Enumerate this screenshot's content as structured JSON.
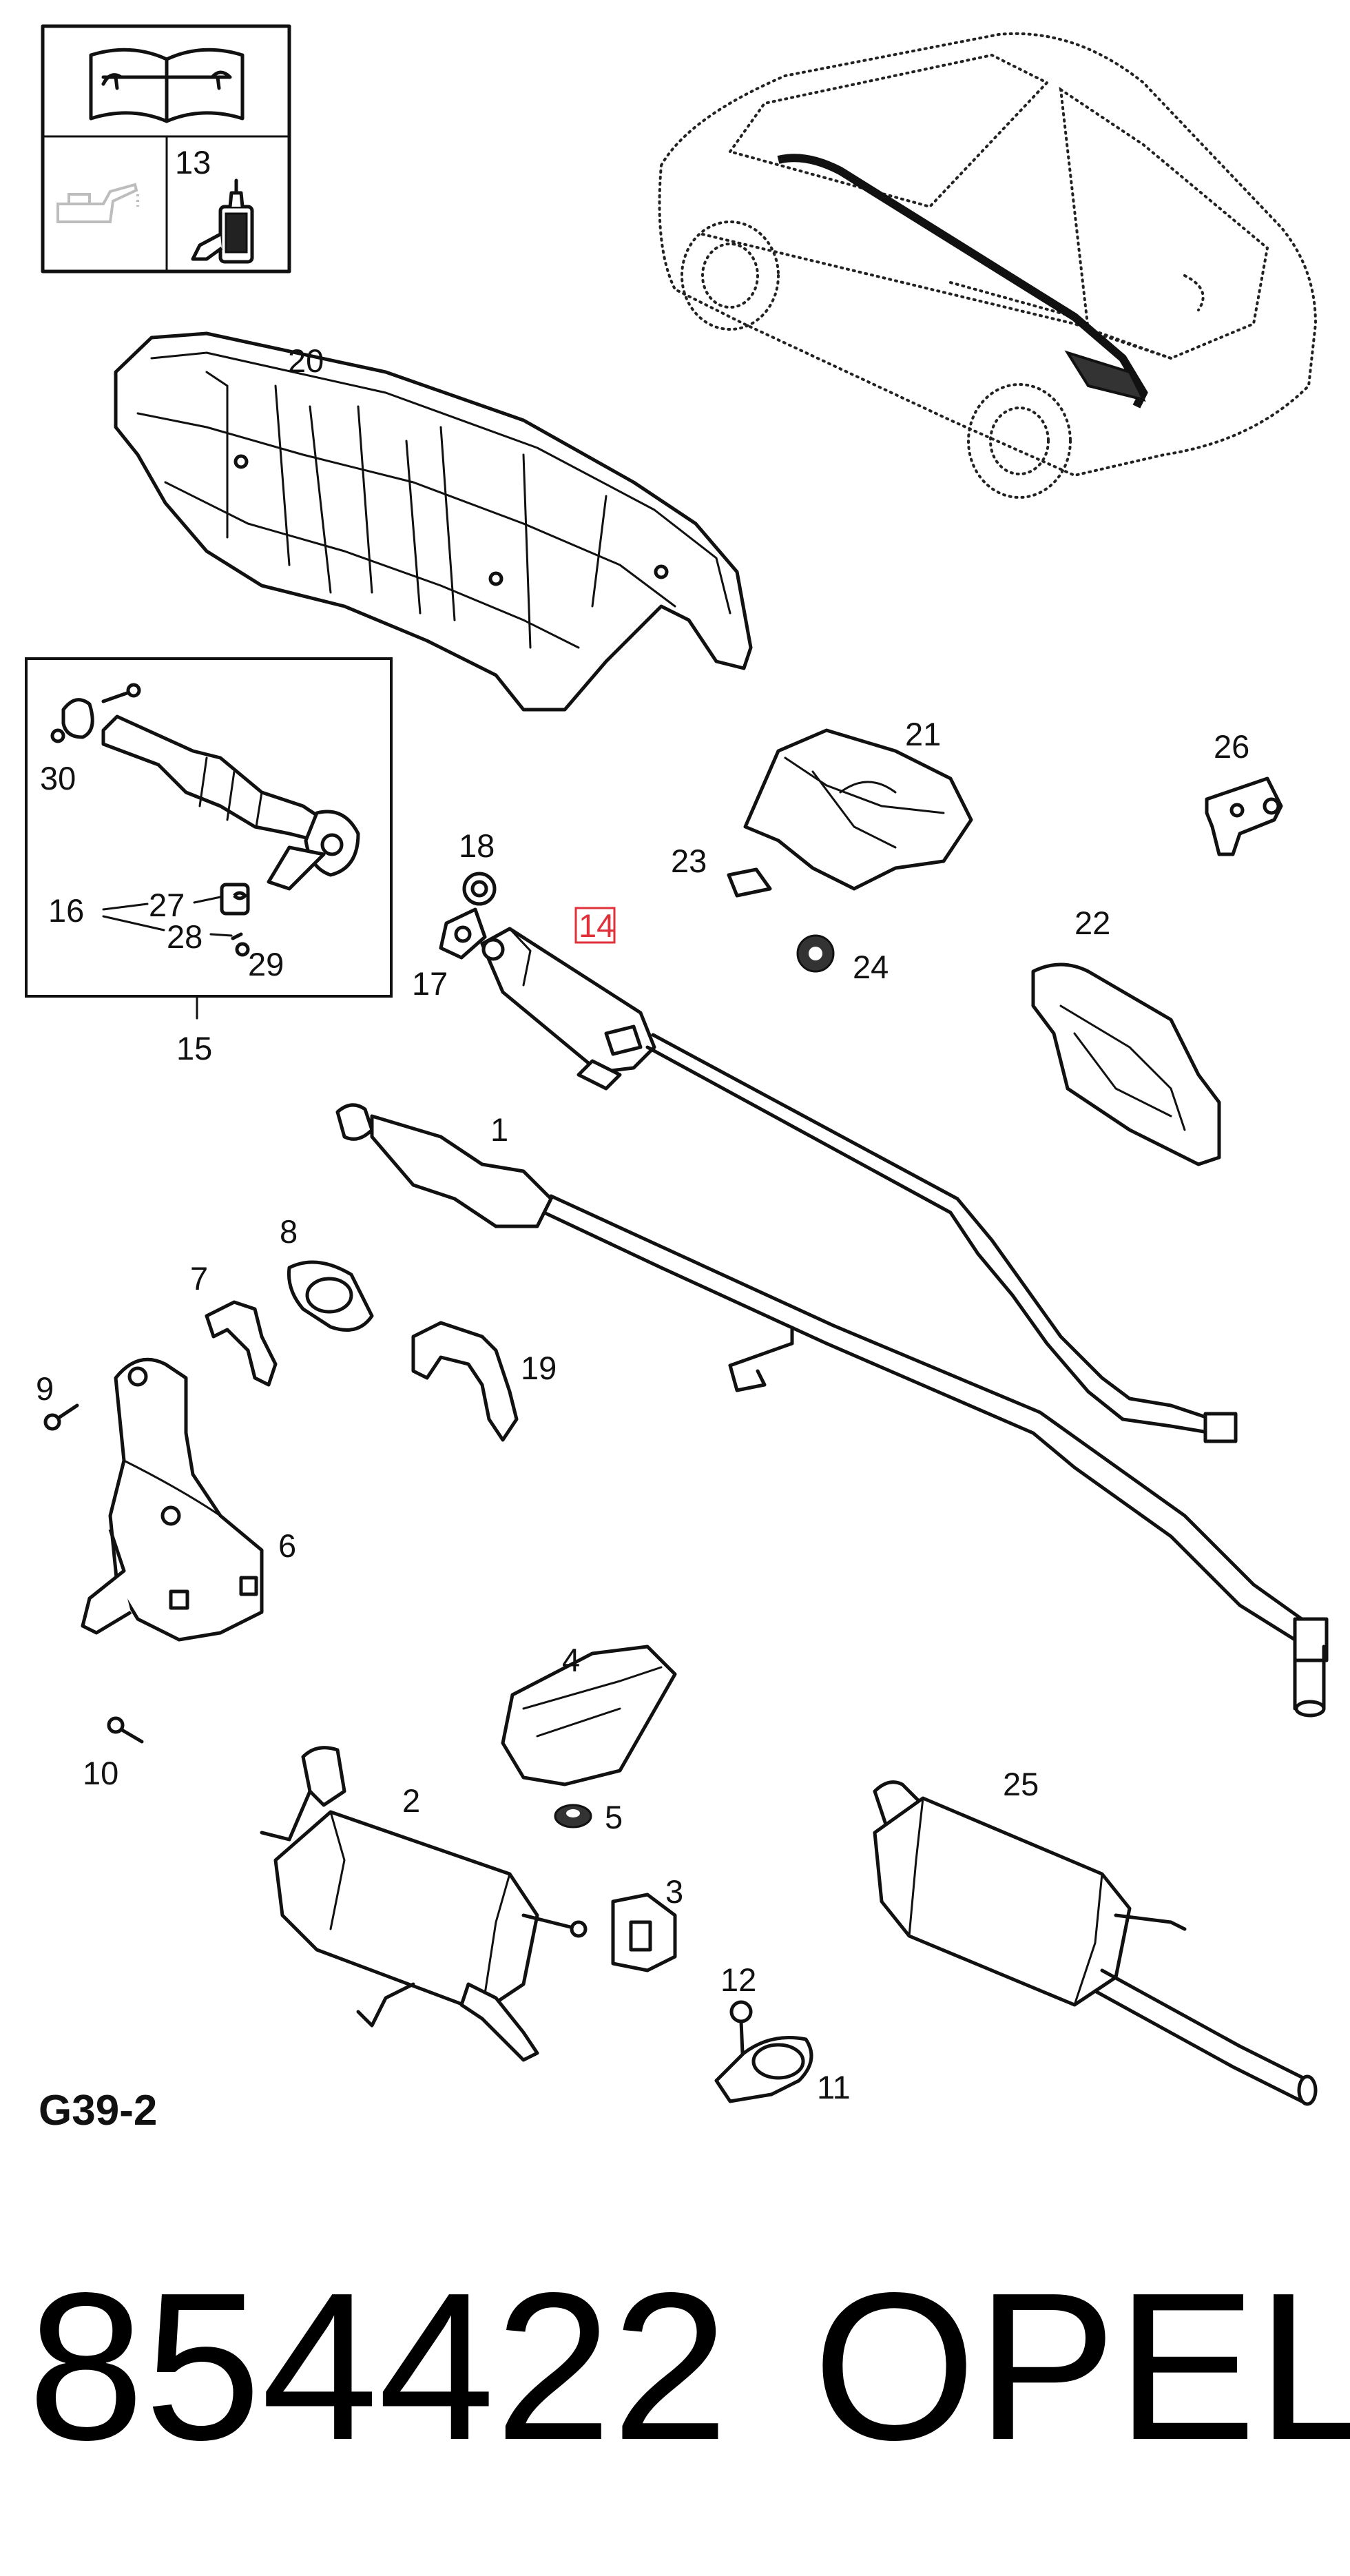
{
  "diagram_code": "G39-2",
  "part_number": "854422",
  "brand": "OPEL",
  "highlighted_label": "14",
  "accent_color": "#e0303a",
  "icons": [
    "workshop-manual-icon",
    "oil-can-icon",
    "sealant-bottle-icon",
    "vehicle-outline-icon"
  ],
  "labels": {
    "l1": "1",
    "l2": "2",
    "l3": "3",
    "l4": "4",
    "l5": "5",
    "l6": "6",
    "l7": "7",
    "l8": "8",
    "l9": "9",
    "l10": "10",
    "l11": "11",
    "l12": "12",
    "l13": "13",
    "l14": "14",
    "l15": "15",
    "l16": "16",
    "l17": "17",
    "l18": "18",
    "l19": "19",
    "l20": "20",
    "l21": "21",
    "l22": "22",
    "l23": "23",
    "l24": "24",
    "l25": "25",
    "l26": "26",
    "l27": "27",
    "l28": "28",
    "l29": "29",
    "l30": "30"
  }
}
